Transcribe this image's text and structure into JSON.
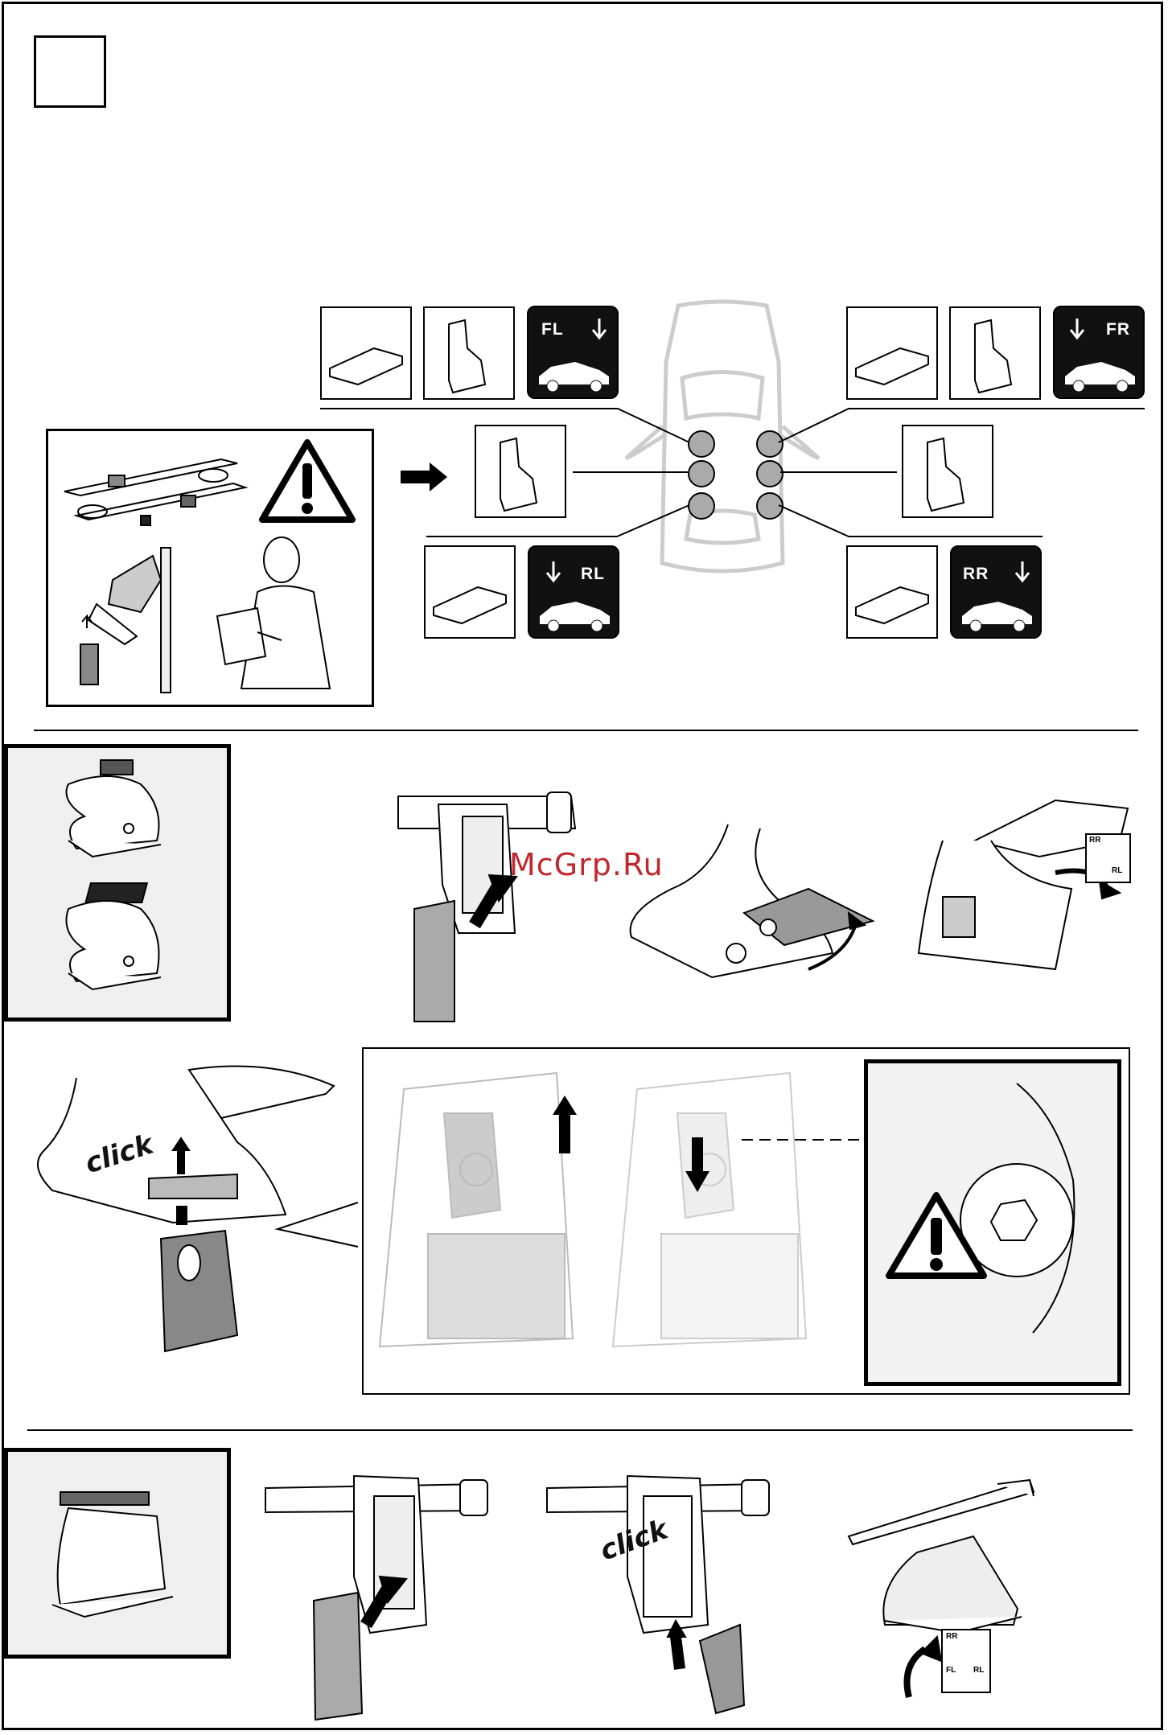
{
  "labels": {
    "front_left": "FL",
    "front_right": "FR",
    "rear_left": "RL",
    "rear_right": "RR"
  },
  "watermark": "McGrp.Ru",
  "click_1": "click",
  "click_2": "click",
  "mini_stickers": {
    "rr": "RR",
    "rl": "RL",
    "fl": "FL"
  },
  "icons": {
    "warning": "warning-triangle-icon",
    "arrow": "arrow-right-icon",
    "person": "person-reading-manual-icon",
    "car": "car-top-view-icon"
  }
}
